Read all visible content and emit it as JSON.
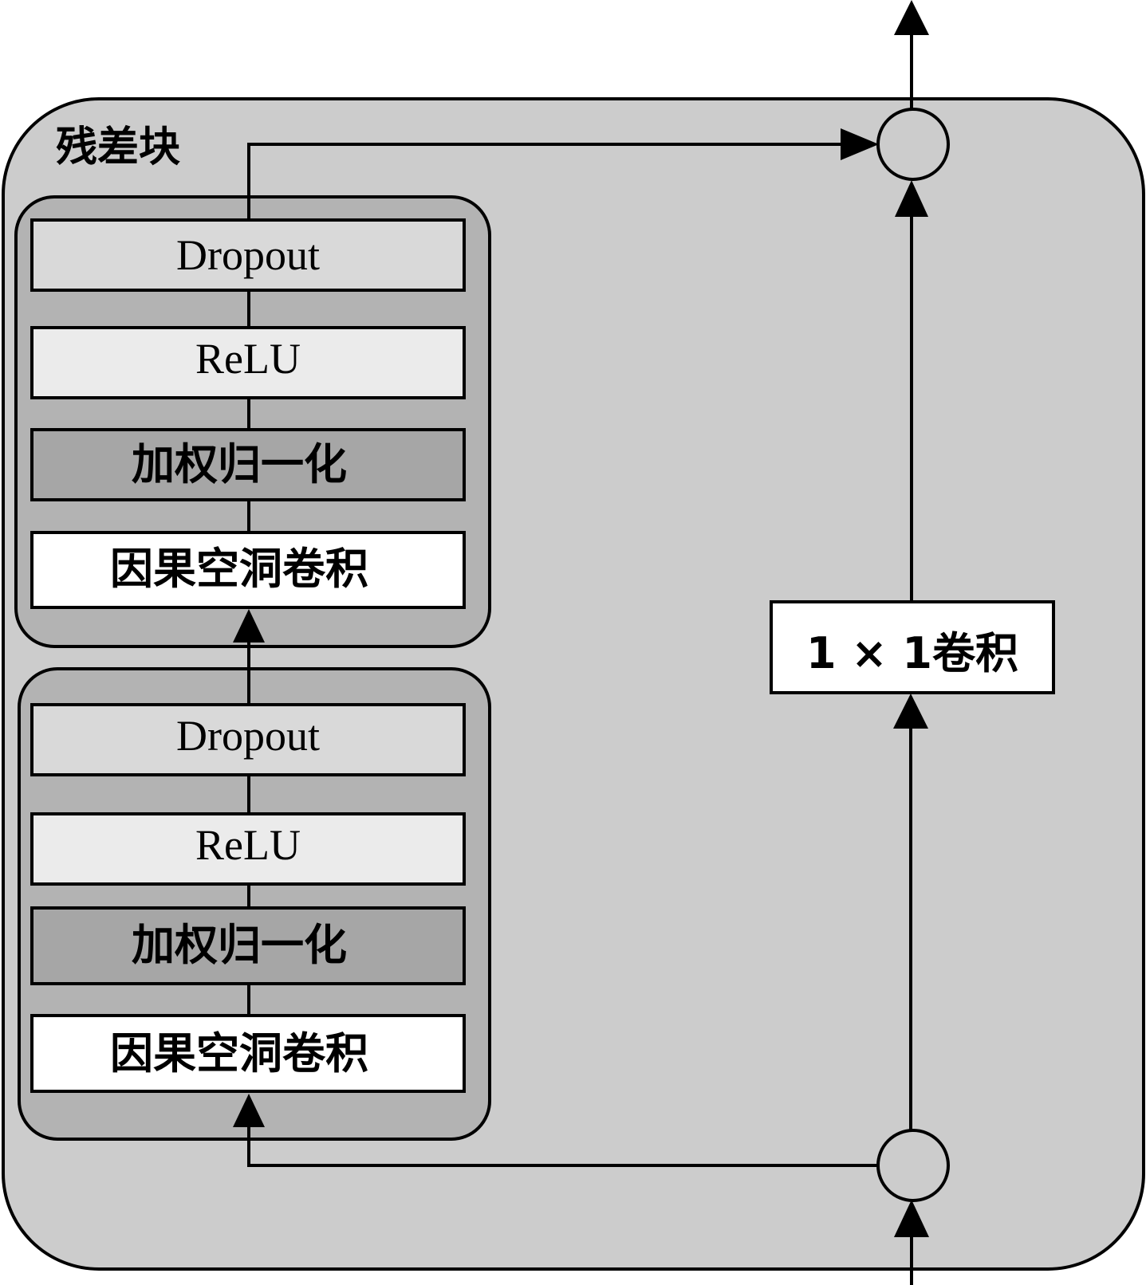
{
  "residual_block": {
    "title": "残差块"
  },
  "upper_stack": {
    "layers": [
      {
        "label": "Dropout",
        "fill": "#d9d9d9"
      },
      {
        "label": "ReLU",
        "fill": "#ebebeb"
      },
      {
        "label": "加权归一化",
        "fill": "#a6a6a6"
      },
      {
        "label": "因果空洞卷积",
        "fill": "#ffffff"
      }
    ]
  },
  "lower_stack": {
    "layers": [
      {
        "label": "Dropout",
        "fill": "#d9d9d9"
      },
      {
        "label": "ReLU",
        "fill": "#ebebeb"
      },
      {
        "label": "加权归一化",
        "fill": "#a6a6a6"
      },
      {
        "label": "因果空洞卷积",
        "fill": "#ffffff"
      }
    ]
  },
  "shortcut": {
    "conv_label": "1 × 1卷积"
  },
  "colors": {
    "outer_fill": "#cccccc",
    "group_fill": "#b3b3b3",
    "stroke": "#000000"
  }
}
